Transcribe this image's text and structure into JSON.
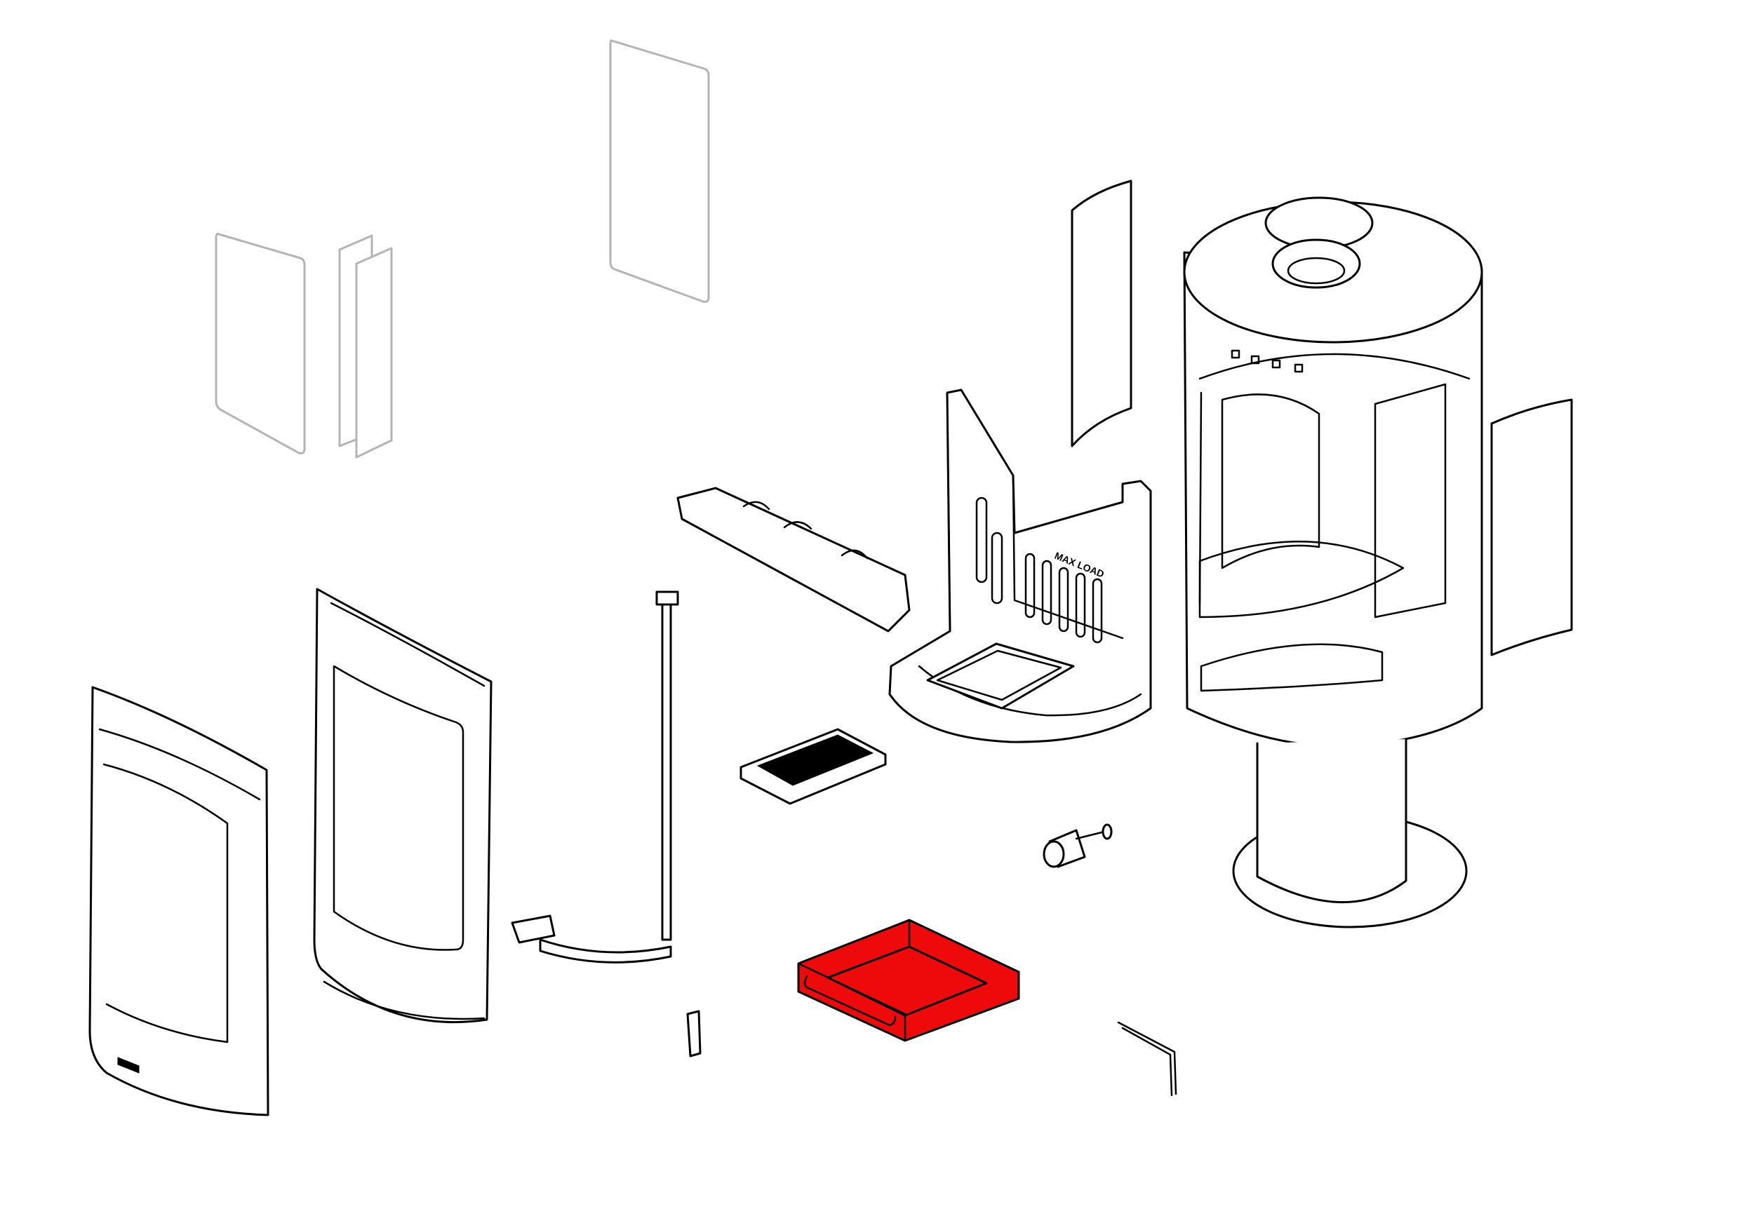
{
  "diagram": {
    "type": "exploded-parts-view",
    "highlight_color": "#ee0a0a",
    "line_color": "#000000",
    "ghost_line_color": "#b4b4b4",
    "embossed_text": "MAX LOAD",
    "parts": [
      {
        "id": "glass-pane-large",
        "state": "ghost"
      },
      {
        "id": "glass-pane-small",
        "state": "ghost"
      },
      {
        "id": "glass-gasket-pair",
        "state": "ghost"
      },
      {
        "id": "front-door-panel",
        "state": "normal"
      },
      {
        "id": "door-frame",
        "state": "normal"
      },
      {
        "id": "door-hinge-rod",
        "state": "normal"
      },
      {
        "id": "baffle-plate",
        "state": "normal"
      },
      {
        "id": "firebox-liner",
        "state": "normal"
      },
      {
        "id": "grate",
        "state": "normal"
      },
      {
        "id": "curved-side-panel-left",
        "state": "normal"
      },
      {
        "id": "curved-side-panel-right",
        "state": "normal"
      },
      {
        "id": "stove-body",
        "state": "normal"
      },
      {
        "id": "pedestal-base",
        "state": "normal"
      },
      {
        "id": "air-control-knob",
        "state": "normal"
      },
      {
        "id": "ash-pan",
        "state": "highlighted"
      },
      {
        "id": "door-latch-clip",
        "state": "normal"
      },
      {
        "id": "allen-key-tool",
        "state": "normal"
      }
    ]
  }
}
